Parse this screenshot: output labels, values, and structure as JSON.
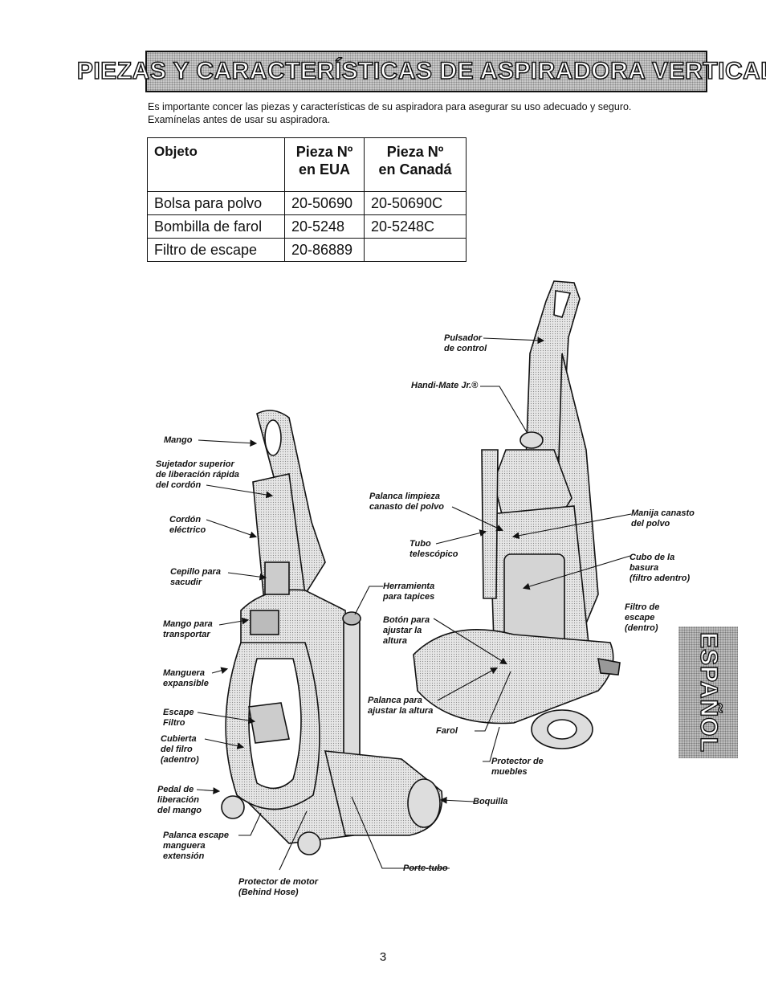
{
  "header": {
    "title": "PIEZAS Y CARACTERÍSTICAS DE ASPIRADORA VERTICAL"
  },
  "intro": {
    "line1": "Es importante concer las piezas y características de su aspiradora para asegurar su uso adecuado y seguro.",
    "line2": "Examínelas antes de usar su aspiradora."
  },
  "parts_table": {
    "headers": {
      "item": "Objeto",
      "us_line1": "Pieza Nº",
      "us_line2": "en EUA",
      "ca_line1": "Pieza Nº",
      "ca_line2": "en Canadá"
    },
    "rows": [
      {
        "item": "Bolsa para polvo",
        "us": "20-50690",
        "ca": "20-50690C"
      },
      {
        "item": "Bombilla de farol",
        "us": "20-5248",
        "ca": "20-5248C"
      },
      {
        "item": "Filtro de escape",
        "us": "20-86889",
        "ca": ""
      }
    ]
  },
  "labels": {
    "pulsador": [
      "Pulsador",
      "de control"
    ],
    "handimate": [
      "Handi-Mate Jr.®"
    ],
    "mango": [
      "Mango"
    ],
    "sujetador": [
      "Sujetador superior",
      "de liberación rápida",
      "del cordón"
    ],
    "palanca_limpieza": [
      "Palanca limpieza",
      "canasto del polvo"
    ],
    "manija": [
      "Manija canasto",
      "del polvo"
    ],
    "cordon": [
      "Cordón",
      "eléctrico"
    ],
    "tubo": [
      "Tubo",
      "telescópico"
    ],
    "cubo": [
      "Cubo de la",
      "basura",
      "(filtro adentro)"
    ],
    "cepillo": [
      "Cepillo para",
      "sacudir"
    ],
    "herramienta": [
      "Herramienta",
      "para tapices"
    ],
    "filtro_escape": [
      "Filtro de",
      "escape",
      "(dentro)"
    ],
    "mango_transportar": [
      "Mango para",
      "transportar"
    ],
    "boton": [
      "Botón para",
      "ajustar la",
      "altura"
    ],
    "manguera": [
      "Manguera",
      "expansible"
    ],
    "palanca_ajustar": [
      "Palanca para",
      "ajustar la altura"
    ],
    "escape_filtro": [
      "Escape",
      "Filtro"
    ],
    "farol": [
      "Farol"
    ],
    "cubierta": [
      "Cubierta",
      "del filro",
      "(adentro)"
    ],
    "protector_muebles": [
      "Protector de",
      "muebles"
    ],
    "pedal": [
      "Pedal de",
      "liberación",
      "del mango"
    ],
    "boquilla": [
      "Boquilla"
    ],
    "palanca_escape": [
      "Palanca escape",
      "manguera",
      "extensión"
    ],
    "porte_tubo": [
      "Porte-tubo"
    ],
    "protector_motor": [
      "Protector de motor",
      "(Behind Hose)"
    ]
  },
  "side_tab": {
    "text": "ESPAÑOL"
  },
  "footer": {
    "page_number": "3"
  }
}
